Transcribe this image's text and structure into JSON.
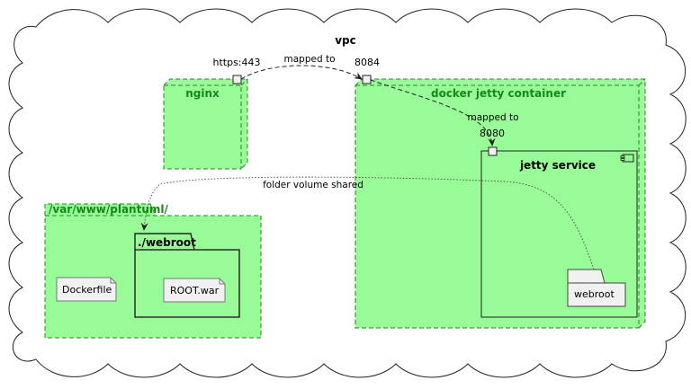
{
  "cloud": {
    "title": "vpc"
  },
  "nginx": {
    "title": "nginx",
    "port_label": "https:443"
  },
  "docker": {
    "title": "docker jetty container",
    "port_label": "8084"
  },
  "jetty": {
    "title": "jetty service",
    "port_label": "8080"
  },
  "folder": {
    "title": "/var/www/plantuml/"
  },
  "webroot_pkg": {
    "title": "./webroot"
  },
  "files": {
    "dockerfile": "Dockerfile",
    "rootwar": "ROOT.war",
    "webroot_folder": "webroot"
  },
  "edges": {
    "nginx_to_docker": "mapped to",
    "docker_to_jetty": "mapped to",
    "volume_shared": "folder volume shared"
  },
  "colors": {
    "node_fill": "#99fb98",
    "node_border": "#1f8a1f",
    "title_green": "#138a13",
    "file_fill": "#f1f1f1"
  }
}
